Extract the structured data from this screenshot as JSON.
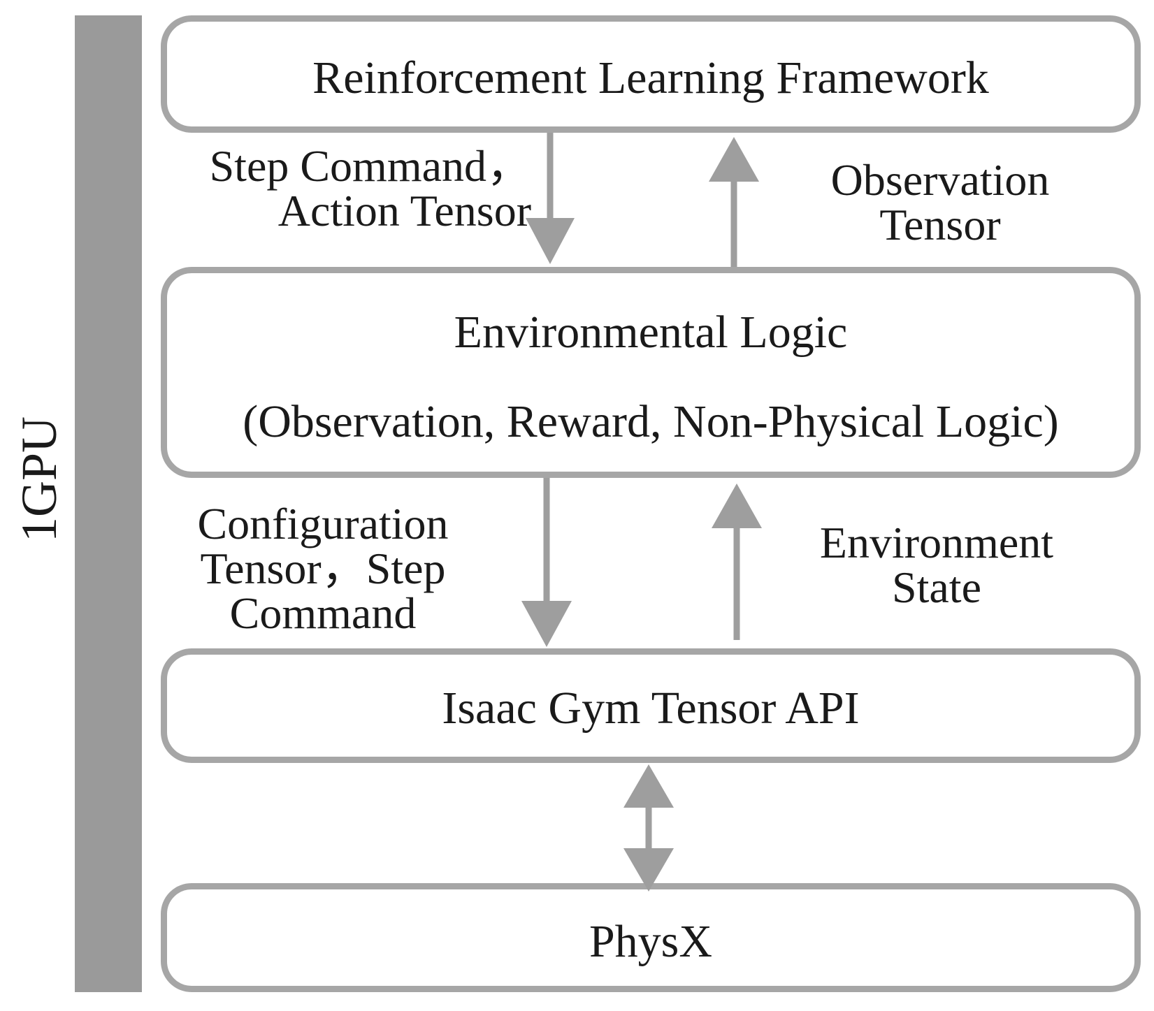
{
  "gpu": {
    "label": "1GPU"
  },
  "boxes": {
    "rl": "Reinforcement Learning Framework",
    "env_title": "Environmental Logic",
    "env_subtitle": "(Observation, Reward, Non-Physical Logic)",
    "isaac": "Isaac Gym Tensor API",
    "physx": "PhysX"
  },
  "edges": {
    "rl_to_env": {
      "line1": "Step Command，",
      "line2": "Action Tensor"
    },
    "env_to_rl": {
      "line1": "Observation",
      "line2": "Tensor"
    },
    "env_to_isaac": {
      "line1": "Configuration",
      "line2": "Tensor，Step",
      "line3": "Command"
    },
    "isaac_to_env": {
      "line1": "Environment",
      "line2": "State"
    }
  },
  "colors": {
    "bar": "#9a9a9a",
    "border": "#a6a6a6",
    "arrow": "#9e9e9e",
    "text": "#1a1a1a"
  }
}
